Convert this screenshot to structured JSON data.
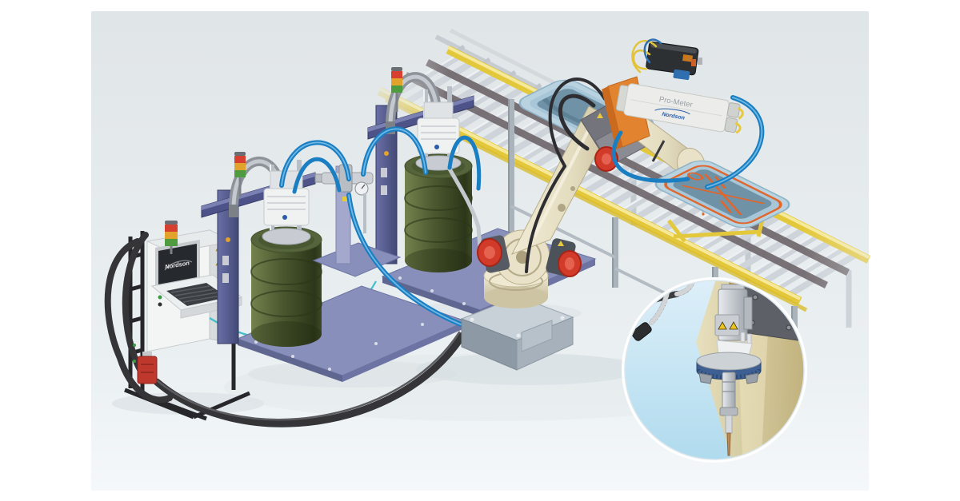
{
  "scene": {
    "description": "Isometric industrial illustration of a robotic adhesive dispensing cell: control cabinet, two drum-unloader pump stations with green drums, valve stand, six-axis robot applying an orange sealant bead to blue trays on a yellow roller conveyor, with a circular close-up inset of the dispense valve nozzle",
    "canvas_background_top": "#e0e5e8",
    "canvas_background_bottom": "#f4f8fa",
    "page_background": "#ffffff"
  },
  "labels": {
    "pro_meter": "Pro-Meter",
    "pro_meter_brand": "Nordson",
    "cabinet_screen_logo": "Nordson"
  },
  "palette": {
    "hose_blue": "#1a7ec2",
    "hose_blue_highlight": "#6fb8e4",
    "cable_black": "#353538",
    "cable_teal": "#3ec0ca",
    "drum_green_light": "#74824e",
    "drum_green_dark": "#2c3619",
    "base_plate_purple": "#888fba",
    "frame_indigo": "#4d5388",
    "robot_cream": "#f1ebd6",
    "robot_cream_shade": "#cfc6a6",
    "motor_red": "#d23b2a",
    "conveyor_rail_yellow": "#e4c83c",
    "roller_silver": "#ced4da",
    "tray_blue": "#b9d2e0",
    "tray_inner": "#6f92a6",
    "bead_orange": "#e0662c",
    "bracket_orange": "#e2832f",
    "stack_light_red": "#d7402f",
    "stack_light_amber": "#e1a32c",
    "stack_light_green": "#4e9c3f",
    "inset_sky": "#b8dff0",
    "inset_beam_beige": "#d5c592",
    "warning_yellow": "#eec31e"
  }
}
